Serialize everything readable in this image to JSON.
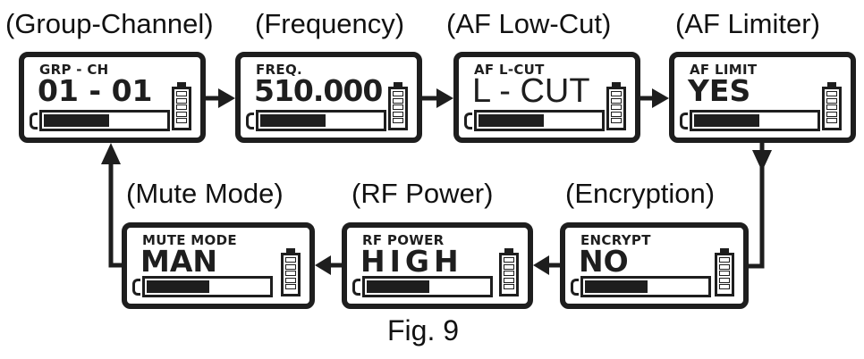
{
  "figure_caption": "Fig. 9",
  "flow_direction": "GRP-CH → FREQ → AF L-CUT → AF LIMIT → ENCRYPT → RF POWER → MUTE MODE → GRP-CH",
  "screens": [
    {
      "id": "group-channel",
      "caption": "(Group-Channel)",
      "label": "GRP - CH",
      "value": "01 - 01",
      "audio_level": 0.52,
      "battery_cells": 5
    },
    {
      "id": "frequency",
      "caption": "(Frequency)",
      "label": "FREQ.",
      "value": "510.000",
      "audio_level": 0.52,
      "battery_cells": 5
    },
    {
      "id": "af-low-cut",
      "caption": "(AF Low-Cut)",
      "label": "AF L-CUT",
      "value": "L - CUT",
      "audio_level": 0.52,
      "battery_cells": 5
    },
    {
      "id": "af-limiter",
      "caption": "(AF Limiter)",
      "label": "AF LIMIT",
      "value": "YES",
      "audio_level": 0.52,
      "battery_cells": 5
    },
    {
      "id": "encryption",
      "caption": "(Encryption)",
      "label": "ENCRYPT",
      "value": "NO",
      "audio_level": 0.5,
      "battery_cells": 5
    },
    {
      "id": "rf-power",
      "caption": "(RF Power)",
      "label": "RF POWER",
      "value": "HIGH",
      "audio_level": 0.5,
      "battery_cells": 5
    },
    {
      "id": "mute-mode",
      "caption": "(Mute Mode)",
      "label": "MUTE MODE",
      "value": "MAN",
      "audio_level": 0.5,
      "battery_cells": 5
    }
  ]
}
